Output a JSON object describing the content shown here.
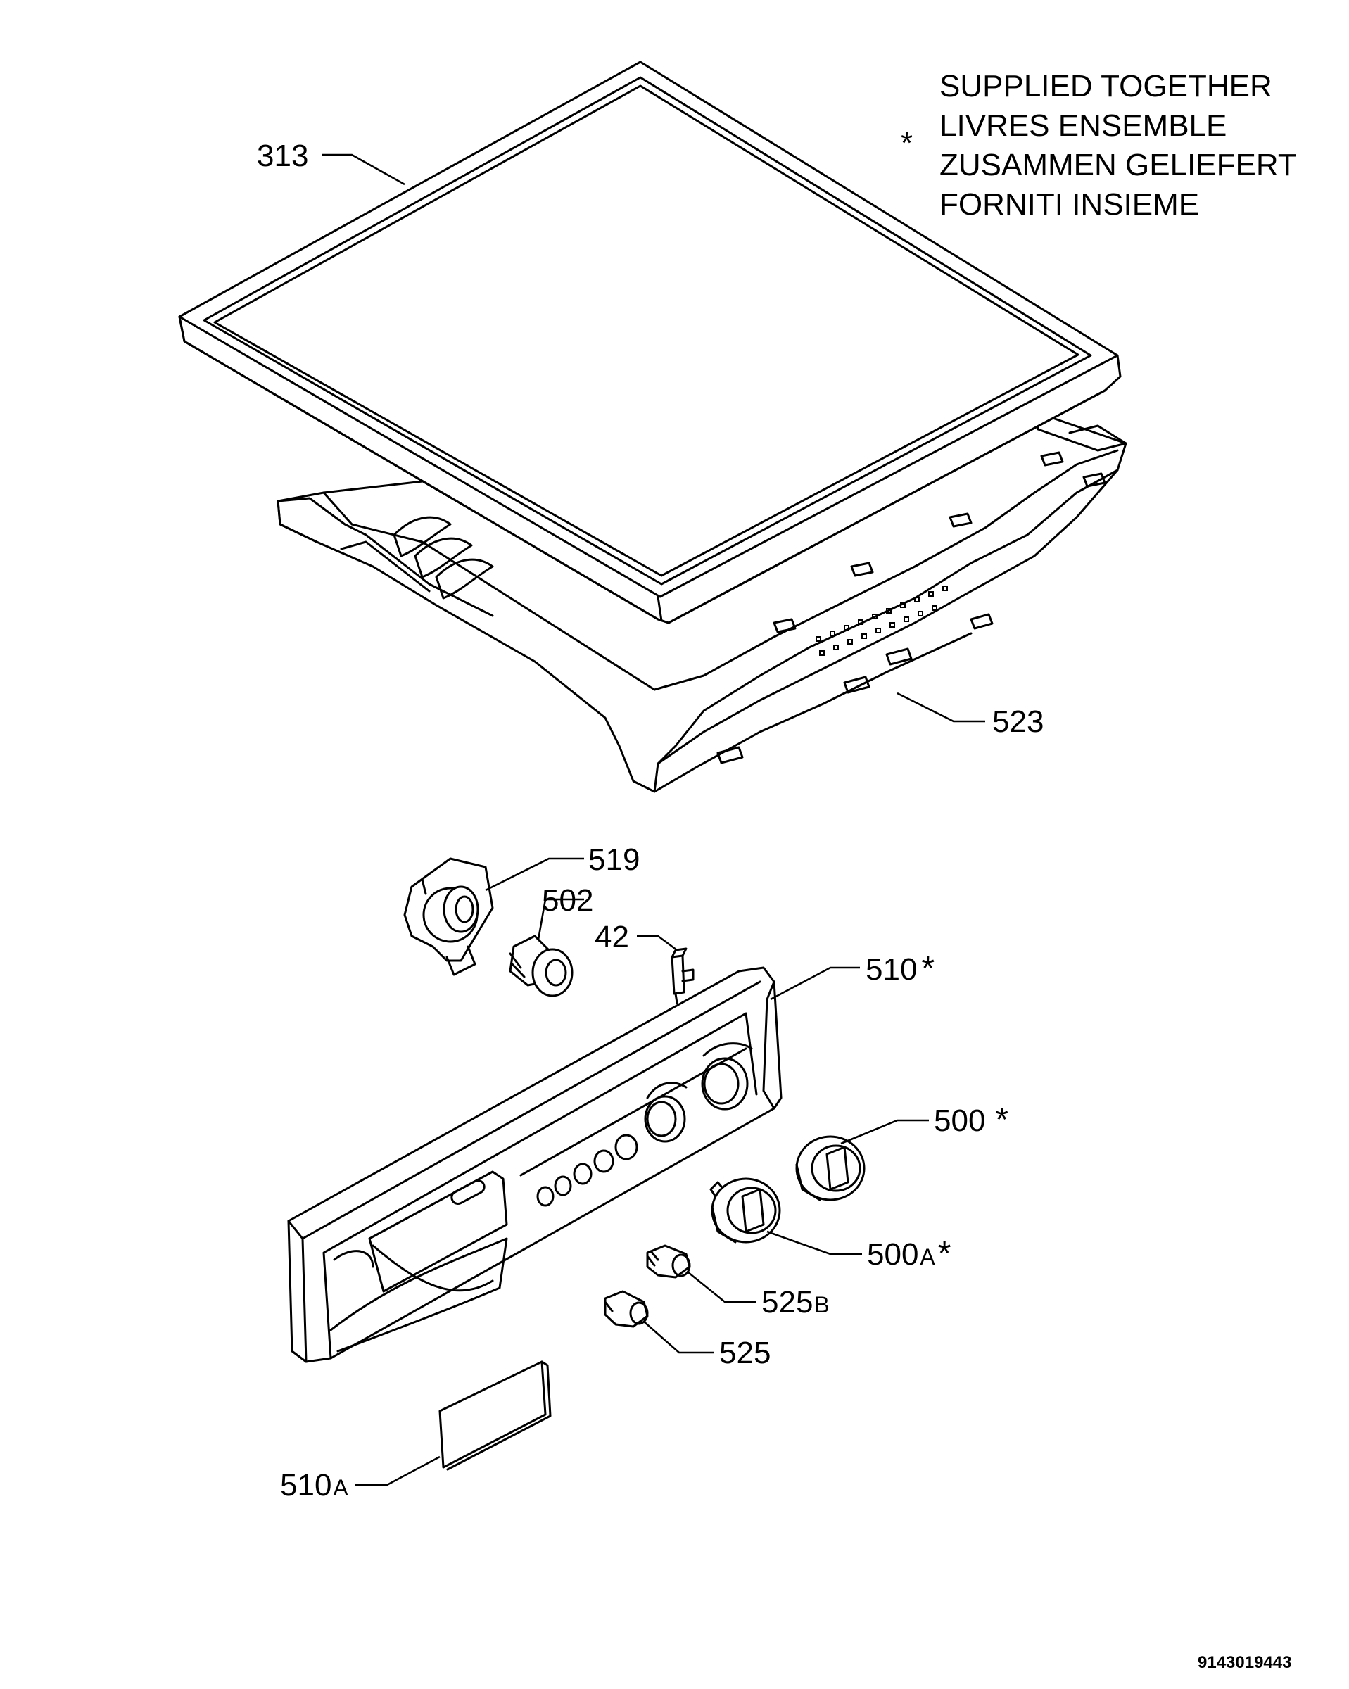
{
  "legend": {
    "symbol": "*",
    "lines": [
      "SUPPLIED TOGETHER",
      "LIVRES ENSEMBLE",
      "ZUSAMMEN GELIEFERT",
      "FORNITI INSIEME"
    ]
  },
  "parts": {
    "p313": {
      "main": "313"
    },
    "p523": {
      "main": "523"
    },
    "p519": {
      "main": "519"
    },
    "p502": {
      "main": "502"
    },
    "p42": {
      "main": "42"
    },
    "p510": {
      "main": "510",
      "star": "*"
    },
    "p500": {
      "main": "500",
      "star": "*"
    },
    "p500A": {
      "main": "500",
      "sub": "A",
      "star": "*"
    },
    "p525B": {
      "main": "525",
      "sub": "B"
    },
    "p525": {
      "main": "525"
    },
    "p510A": {
      "main": "510",
      "sub": "A"
    }
  },
  "document_number": "9143019443"
}
